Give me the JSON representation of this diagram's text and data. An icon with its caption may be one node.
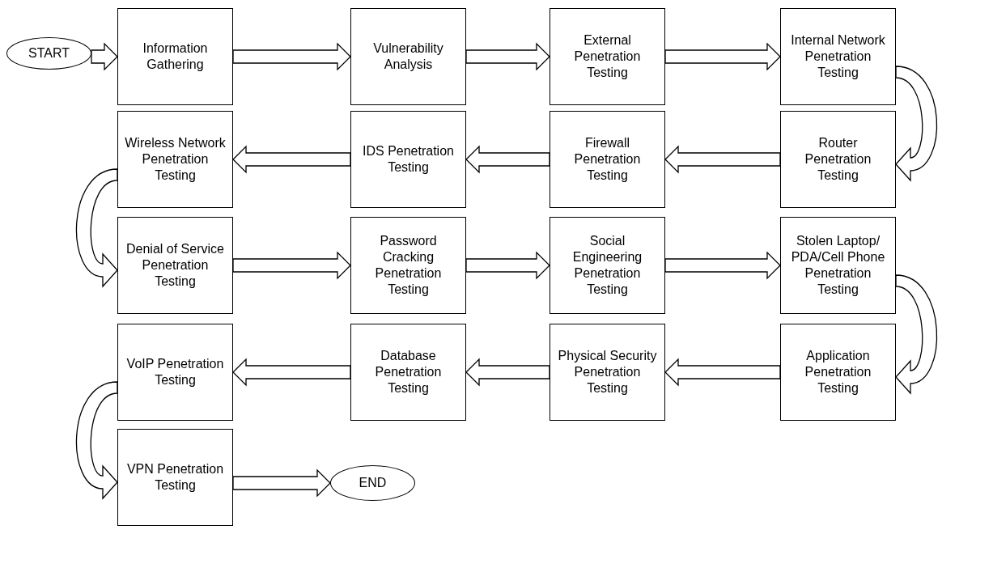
{
  "diagram": {
    "nodes": [
      {
        "text": [
          "START"
        ]
      },
      {
        "text": [
          "Information Gathering"
        ]
      },
      {
        "text": [
          "Vulnerability Analysis"
        ]
      },
      {
        "text": [
          "External Penetration Testing"
        ]
      },
      {
        "text": [
          "Internal Network Penetration Testing"
        ]
      },
      {
        "text": [
          "Wireless Network Penetration Testing"
        ]
      },
      {
        "text": [
          "IDS Penetration Testing"
        ]
      },
      {
        "text": [
          "Firewall Penetration Testing"
        ]
      },
      {
        "text": [
          "Router Penetration Testing"
        ]
      },
      {
        "text": [
          "Denial of Service Penetration Testing"
        ]
      },
      {
        "text": [
          "Password Cracking Penetration Testing"
        ]
      },
      {
        "text": [
          "Social Engineering Penetration Testing"
        ]
      },
      {
        "text": [
          "Stolen Laptop/ PDA/Cell Phone Penetration Testing"
        ]
      },
      {
        "text": [
          "VoIP Penetration Testing"
        ]
      },
      {
        "text": [
          "Database Penetration Testing"
        ]
      },
      {
        "text": [
          "Physical Security Penetration Testing"
        ]
      },
      {
        "text": [
          "Application Penetration Testing"
        ]
      },
      {
        "text": [
          "VPN Penetration Testing"
        ]
      },
      {
        "text": [
          "END"
        ]
      }
    ],
    "edges": [
      {
        "from": 0,
        "to": 1,
        "arrow": "to"
      },
      {
        "from": 1,
        "to": 2,
        "arrow": "to"
      },
      {
        "from": 2,
        "to": 3,
        "arrow": "to"
      },
      {
        "from": 3,
        "to": 4,
        "arrow": "to"
      },
      {
        "from": 4,
        "to": 8,
        "arrow": "to"
      },
      {
        "from": 8,
        "to": 7,
        "arrow": "to"
      },
      {
        "from": 7,
        "to": 6,
        "arrow": "to"
      },
      {
        "from": 6,
        "to": 5,
        "arrow": "to"
      },
      {
        "from": 5,
        "to": 9,
        "arrow": "to"
      },
      {
        "from": 9,
        "to": 10,
        "arrow": "to"
      },
      {
        "from": 10,
        "to": 11,
        "arrow": "to"
      },
      {
        "from": 11,
        "to": 12,
        "arrow": "to"
      },
      {
        "from": 12,
        "to": 16,
        "arrow": "to"
      },
      {
        "from": 16,
        "to": 15,
        "arrow": "to"
      },
      {
        "from": 15,
        "to": 14,
        "arrow": "to"
      },
      {
        "from": 14,
        "to": 13,
        "arrow": "to"
      },
      {
        "from": 13,
        "to": 17,
        "arrow": "to"
      },
      {
        "from": 17,
        "to": 18,
        "arrow": "to"
      }
    ]
  }
}
